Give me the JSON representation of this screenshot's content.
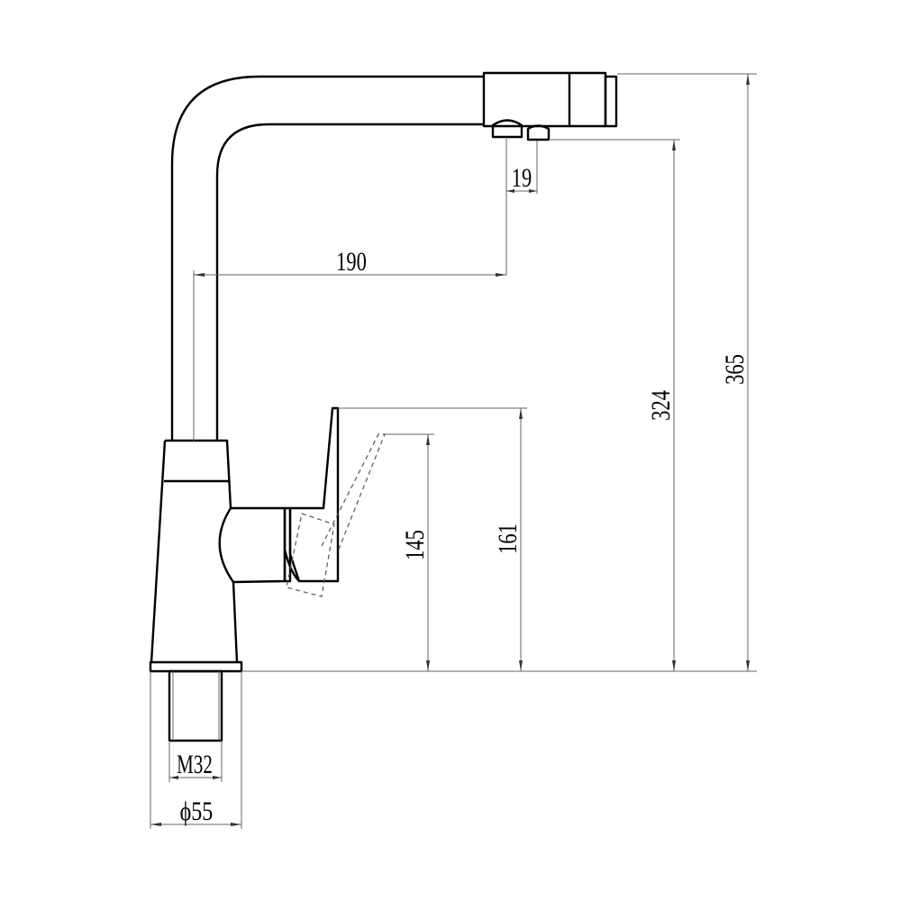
{
  "drawing": {
    "subject": "faucet",
    "dimensions": {
      "spout_aerator_spacing": "19",
      "spout_reach": "190",
      "handle_height": "161",
      "handle_lever_height": "145",
      "outlet_height": "324",
      "total_height": "365",
      "thread": "M32",
      "base_diameter": "ϕ55"
    }
  }
}
